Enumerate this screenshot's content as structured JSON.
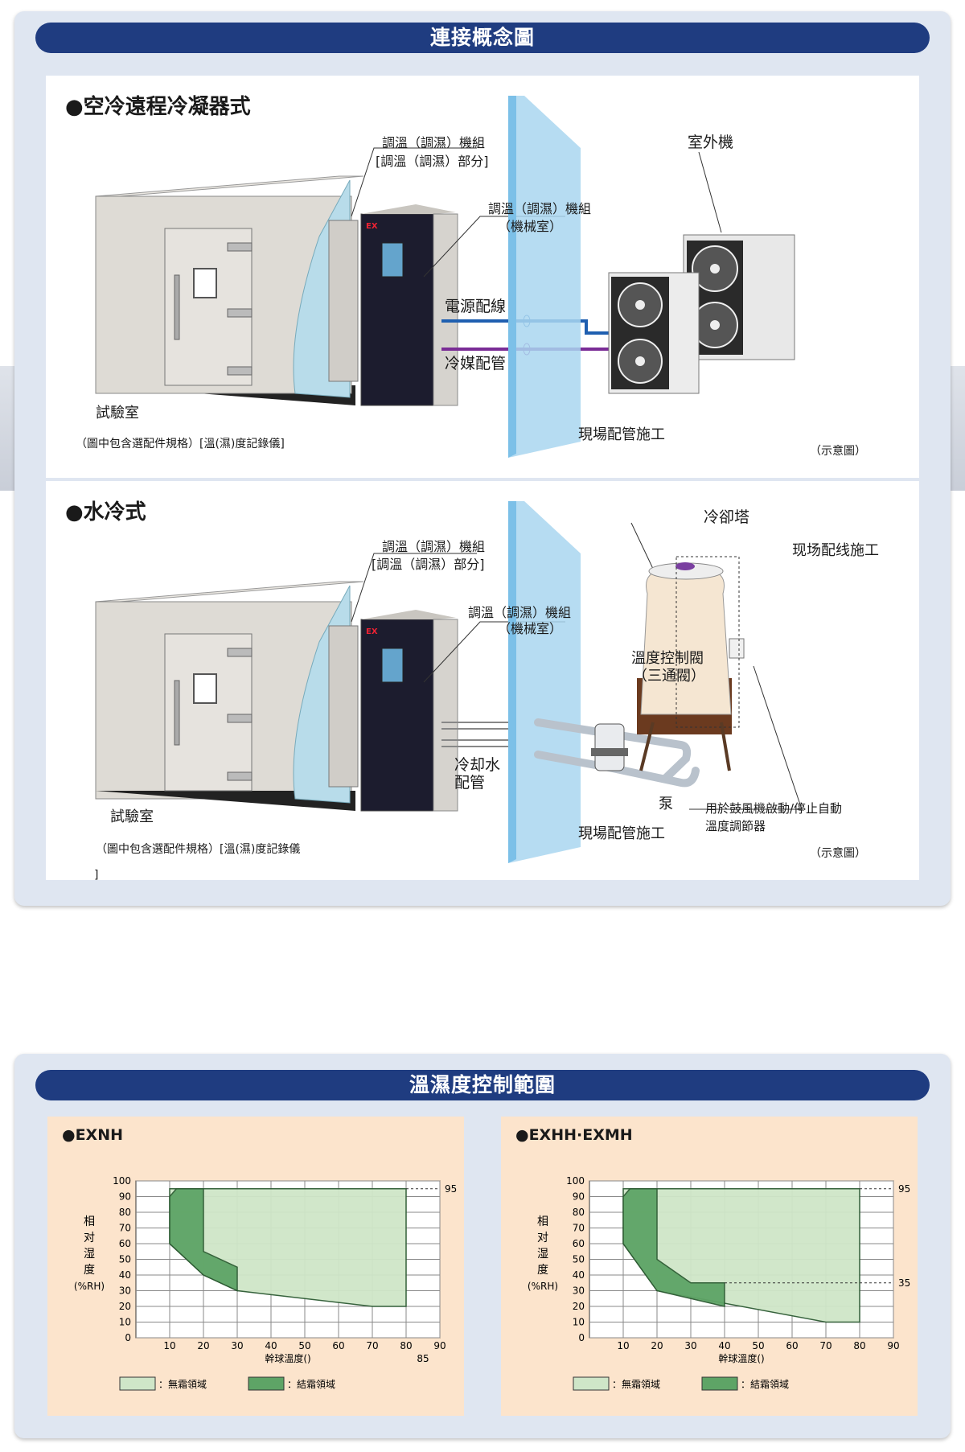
{
  "section1": {
    "header": "連接概念圖",
    "aircooled": {
      "title": "●空冷遠程冷凝器式",
      "unit_label_1": "調溫（調濕）機組",
      "unit_label_2": "[調溫（調濕）部分]",
      "machine_label_1": "調溫（調濕）機組",
      "machine_label_2": "（機械室）",
      "outdoor": "室外機",
      "power": "電源配線",
      "refrigerant": "冷媒配管",
      "room": "試驗室",
      "note": "（圖中包含選配件規格）[溫(濕)度記錄儀]",
      "field": "現場配管施工",
      "schematic": "（示意圖）",
      "brand": "EX"
    },
    "watercooled": {
      "title": "●水冷式",
      "unit_label_1": "調溫（調濕）機組",
      "unit_label_2": "[調溫（調濕）部分]",
      "machine_label_1": "調溫（調濕）機組",
      "machine_label_2": "（機械室）",
      "tower": "冷卻塔",
      "wiring": "现场配线施工",
      "valve_1": "溫度控制閥",
      "valve_2": "（三通閥）",
      "cooling_1": "冷却水",
      "cooling_2": "配管",
      "pump": "泵",
      "fan": "用於鼓風機啟動/停止自動",
      "regulator": "溫度調節器",
      "room": "試驗室",
      "note": "（圖中包含選配件規格）[溫(濕)度記錄儀",
      "field": "現場配管施工",
      "schematic": "（示意圖）",
      "stray": "]",
      "brand": "EX"
    }
  },
  "section2": {
    "header": "溫濕度控制範圍",
    "legend_nofrost": "：無霜領域",
    "legend_frost": "：結霜領域"
  },
  "colors": {
    "navy": "#1f3c80",
    "nofrost": "#cfe6c8",
    "frost": "#5ea466",
    "power_line": "#1f5fb0",
    "refrigerant_line": "#7a2c96"
  },
  "chart_data": [
    {
      "type": "area",
      "title": "●EXNH",
      "ylabel": "相对湿度(%RH)",
      "xlabel": "幹球溫度()",
      "x_ticks": [
        10,
        20,
        30,
        40,
        50,
        60,
        70,
        80,
        90
      ],
      "y_ticks": [
        0,
        10,
        20,
        30,
        40,
        50,
        60,
        70,
        80,
        90,
        100
      ],
      "xlim": [
        0,
        90
      ],
      "ylim": [
        0,
        100
      ],
      "grid": true,
      "annotations": [
        "95",
        "85"
      ],
      "series": [
        {
          "name": "無霜領域",
          "polygon": [
            [
              10,
              95
            ],
            [
              80,
              95
            ],
            [
              80,
              20
            ],
            [
              70,
              20
            ],
            [
              30,
              30
            ],
            [
              20,
              40
            ],
            [
              10,
              60
            ]
          ]
        },
        {
          "name": "結霜領域",
          "polygon": [
            [
              10,
              90
            ],
            [
              12,
              95
            ],
            [
              20,
              95
            ],
            [
              20,
              55
            ],
            [
              30,
              45
            ],
            [
              30,
              30
            ],
            [
              20,
              40
            ],
            [
              10,
              60
            ]
          ]
        }
      ]
    },
    {
      "type": "area",
      "title": "●EXHH·EXMH",
      "ylabel": "相对湿度(%RH)",
      "xlabel": "幹球溫度()",
      "x_ticks": [
        10,
        20,
        30,
        40,
        50,
        60,
        70,
        80,
        90
      ],
      "y_ticks": [
        0,
        10,
        20,
        30,
        40,
        50,
        60,
        70,
        80,
        90,
        100
      ],
      "xlim": [
        0,
        90
      ],
      "ylim": [
        0,
        100
      ],
      "grid": true,
      "annotations": [
        "95",
        "35"
      ],
      "series": [
        {
          "name": "無霜領域",
          "polygon": [
            [
              10,
              95
            ],
            [
              80,
              95
            ],
            [
              80,
              10
            ],
            [
              70,
              10
            ],
            [
              20,
              30
            ],
            [
              10,
              60
            ]
          ]
        },
        {
          "name": "結霜領域",
          "polygon": [
            [
              10,
              90
            ],
            [
              12,
              95
            ],
            [
              20,
              95
            ],
            [
              20,
              50
            ],
            [
              30,
              35
            ],
            [
              40,
              35
            ],
            [
              40,
              20
            ],
            [
              20,
              30
            ],
            [
              10,
              60
            ]
          ]
        }
      ]
    }
  ]
}
